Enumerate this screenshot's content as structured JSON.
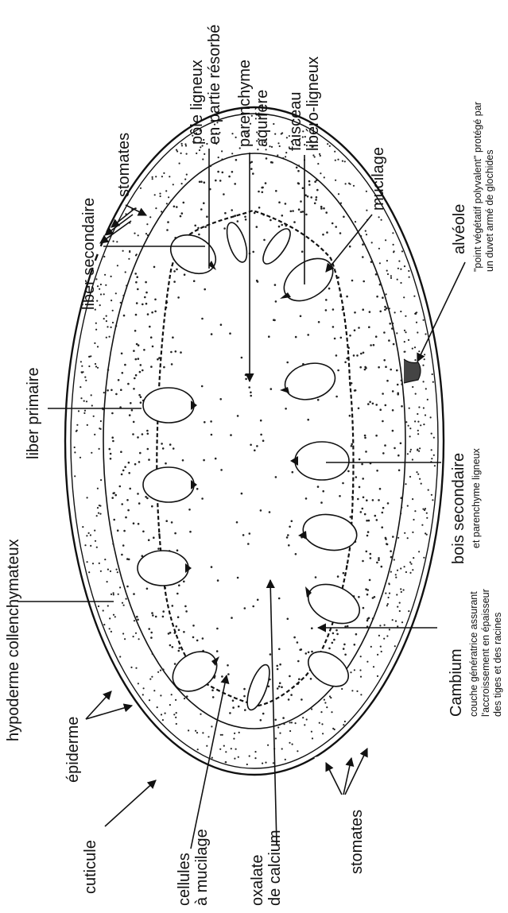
{
  "diagram": {
    "labels": {
      "pole_ligneux_1": "pôle ligneux",
      "pole_ligneux_2": "en partie résorbé",
      "parenchyme_1": "parenchyme",
      "parenchyme_2": "aquifère",
      "faisceau_1": "faisceau",
      "faisceau_2": "libéro-ligneux",
      "mucilage": "mucilage",
      "stomates_top": "stomates",
      "alveole": "alvéole",
      "alveole_desc_1": "\"point végétatif polyvalent\" protégé par",
      "alveole_desc_2": "un duvet armé de glochides",
      "liber_secondaire": "liber secondaire",
      "liber_primaire": "liber primaire",
      "bois_secondaire": "bois secondaire",
      "bois_secondaire_desc": "et parenchyme ligneux",
      "hypoderme": "hypoderme collenchymateux",
      "cambium": "Cambium",
      "cambium_desc_1": "couche génératrice assurant",
      "cambium_desc_2": "l'accroissement en épaisseur",
      "cambium_desc_3": "des tiges et des racines",
      "epiderme": "épiderme",
      "cuticule": "cuticule",
      "cellules_1": "cellules",
      "cellules_2": "à mucilage",
      "oxalate_1": "oxalate",
      "oxalate_2": "de calcium",
      "stomates_bottom": "stomates"
    }
  }
}
